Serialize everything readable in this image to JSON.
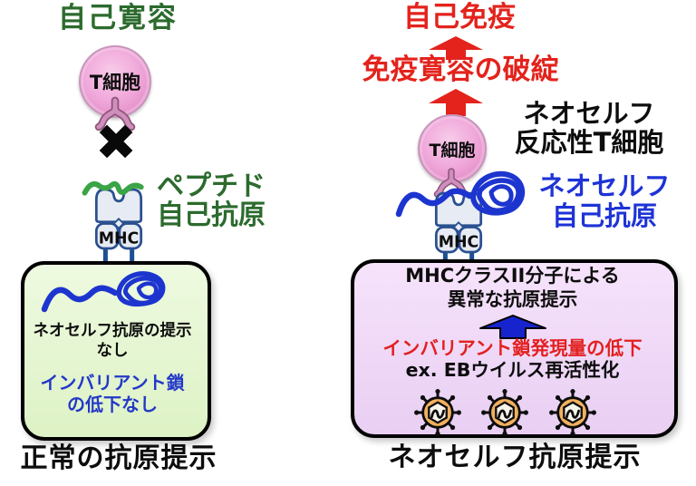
{
  "colors": {
    "title_green": "#2c6b2e",
    "accent_red": "#e3231c",
    "accent_blue": "#1e33d6",
    "squiggle_blue": "#1d35cf",
    "text_black": "#0d0d0d",
    "left_box_fill": "#e2f6cf",
    "right_box_fill": "#eed9f6",
    "cell_pink": "#ee9ed5",
    "virus_orange": "#f2b05e",
    "peptide_green": "#3aa447"
  },
  "left": {
    "title": "自己寛容",
    "cell_label": "T細胞",
    "cross_mark": "✖",
    "antigen_label": [
      "ペプチド",
      "自己抗原"
    ],
    "mhc_label": "MHC",
    "box_text1": [
      "ネオセルフ抗原の提示",
      "なし"
    ],
    "box_text2": [
      "インバリアント鎖",
      "の低下なし"
    ],
    "caption": "正常の抗原提示"
  },
  "right": {
    "outcome": "自己免疫",
    "breakdown": "免疫寛容の破綻",
    "cell_label": "T細胞",
    "tcell_label": [
      "ネオセルフ",
      "反応性T細胞"
    ],
    "antigen_label": [
      "ネオセルフ",
      "自己抗原"
    ],
    "mhc_label": "MHC",
    "box_line1": "MHCクラスII分子による",
    "box_line2": "異常な抗原提示",
    "cause": "インバリアント鎖発現量の低下",
    "example": "ex. EBウイルス再活性化",
    "caption": "ネオセルフ抗原提示"
  }
}
